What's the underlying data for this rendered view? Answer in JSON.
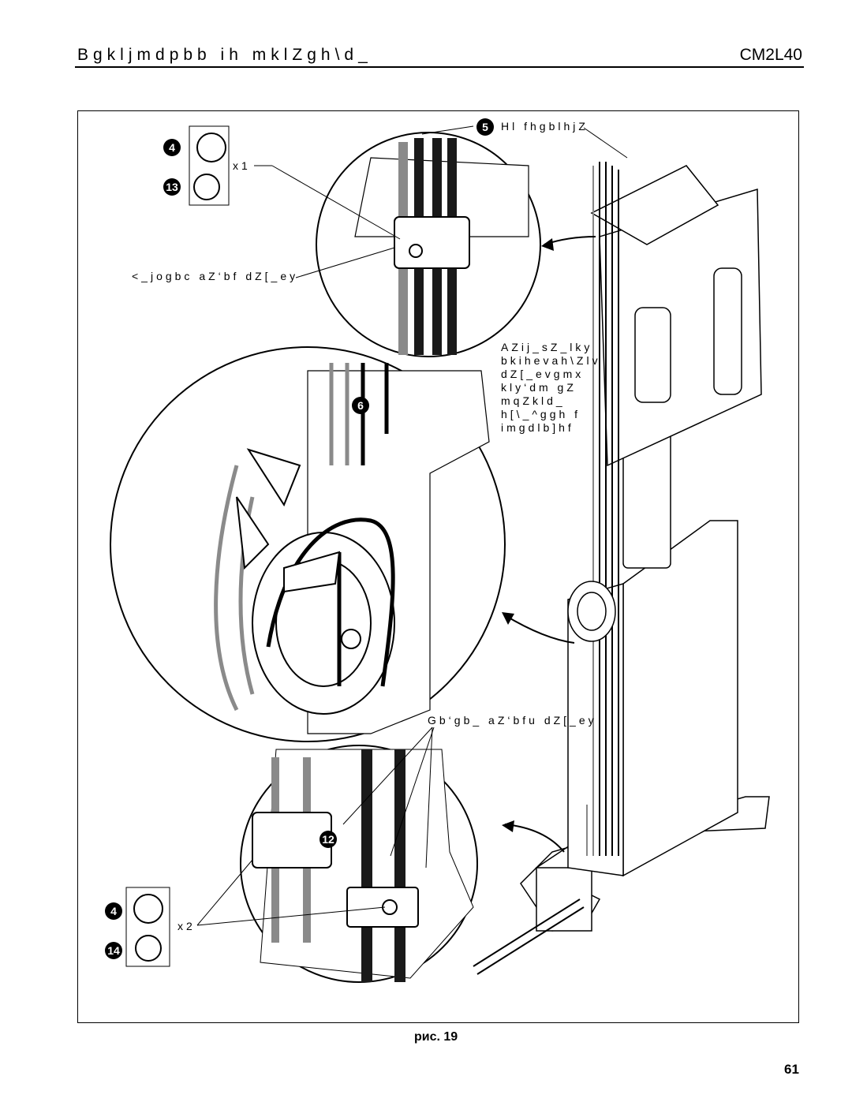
{
  "header": {
    "title": "Bgkljmdpbb ih mklZgh\\d_",
    "model": "CM2L40"
  },
  "callouts": {
    "c4a": "4",
    "c13": "13",
    "c5": "5",
    "c6": "6",
    "c12": "12",
    "c4b": "4",
    "c14": "14"
  },
  "labels": {
    "x1": "x1",
    "x2": "x2",
    "top_label": "Hl fhgblhjZ",
    "left_label": "<_jogbc aZ‘bf dZ[_ey",
    "middle_lines": [
      "AZij_sZ_lky",
      "bkihevah\\Zlv",
      "dZ[_evgmx",
      "kly‘dm gZ",
      "mqZkld_",
      "h[\\_^ggh f",
      "imgdlb]hf"
    ],
    "lower_label": "Gb‘gb_ aZ‘bfu dZ[_ey"
  },
  "caption": "рис. 19",
  "page_number": "61"
}
